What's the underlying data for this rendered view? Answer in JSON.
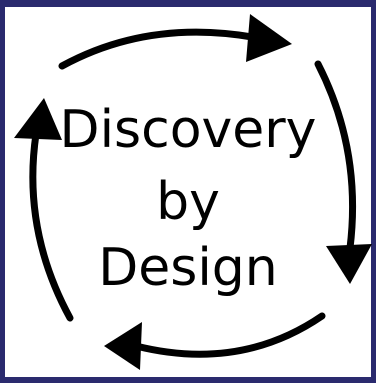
{
  "diagram": {
    "title_lines": [
      "Discovery",
      "by",
      "Design"
    ],
    "arrow_color": "#000000",
    "border_color": "#2a2a6e",
    "background_color": "#ffffff"
  }
}
